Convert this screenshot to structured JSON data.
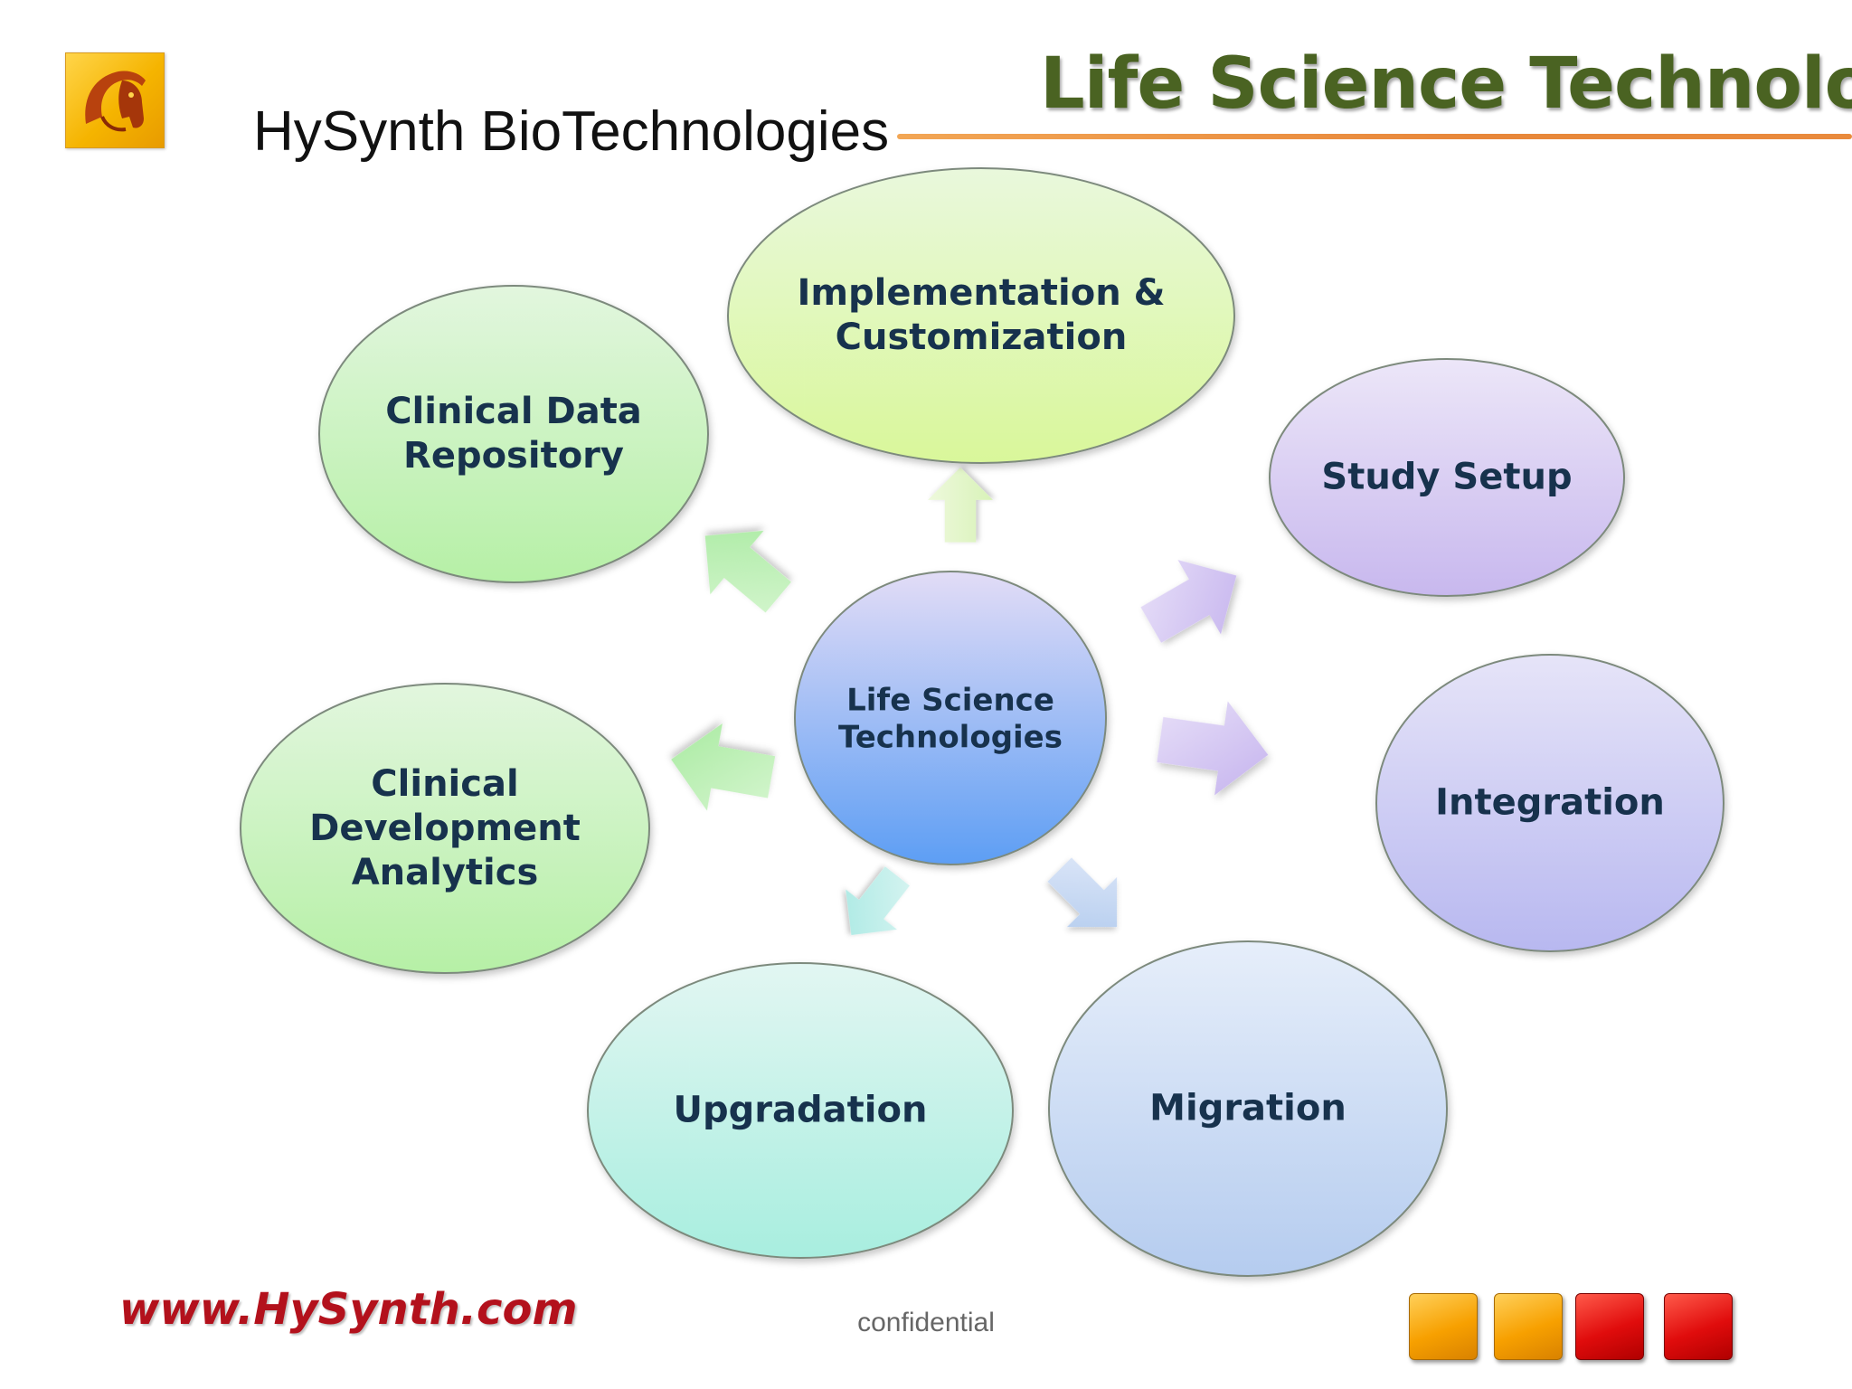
{
  "header": {
    "company_title": "HySynth BioTechnologies",
    "brand_title": "Life Science Technology",
    "logo_icon": "horse-head-logo-icon"
  },
  "diagram": {
    "center": {
      "label": "Life Science\nTechnologies"
    },
    "nodes": [
      {
        "id": "implementation",
        "label": "Implementation &\nCustomization"
      },
      {
        "id": "study-setup",
        "label": "Study Setup"
      },
      {
        "id": "integration",
        "label": "Integration"
      },
      {
        "id": "migration",
        "label": "Migration"
      },
      {
        "id": "upgradation",
        "label": "Upgradation"
      },
      {
        "id": "clinical-dev-analytics",
        "label": "Clinical\nDevelopment\nAnalytics"
      },
      {
        "id": "clinical-data-repository",
        "label": "Clinical Data\nRepository"
      }
    ]
  },
  "footer": {
    "website": "www.HySynth.com",
    "confidential": "confidential"
  },
  "colors": {
    "green_node": "#c9f3c2",
    "purple_node": "#d5c9f2",
    "blue_node": "#c2d8f2",
    "cyan_node": "#b5efe3",
    "center_node": "#6aa8f5",
    "accent_orange": "#e8873a",
    "brand_green": "#4a6322",
    "website_red": "#b3111c"
  }
}
